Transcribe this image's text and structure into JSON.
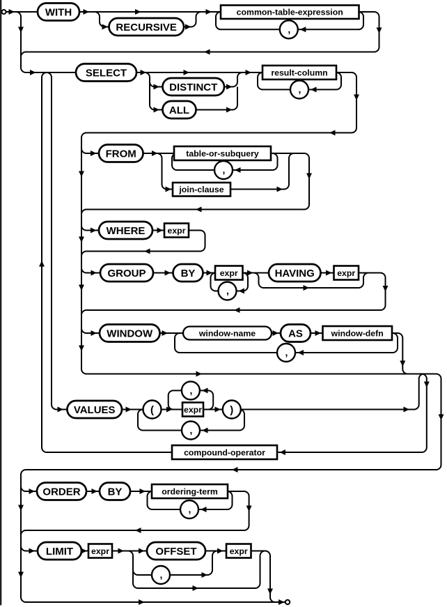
{
  "diagram": {
    "kind": "railroad-syntax-diagram",
    "subject": "select-stmt",
    "colors": {
      "ink": "#000000",
      "paper": "#ffffff"
    },
    "labels": {
      "with": "WITH",
      "recursive": "RECURSIVE",
      "common_table_expression": "common-table-expression",
      "select": "SELECT",
      "distinct": "DISTINCT",
      "all": "ALL",
      "result_column": "result-column",
      "from": "FROM",
      "table_or_subquery": "table-or-subquery",
      "join_clause": "join-clause",
      "where": "WHERE",
      "expr": "expr",
      "group": "GROUP",
      "by": "BY",
      "having": "HAVING",
      "window": "WINDOW",
      "window_name": "window-name",
      "as": "AS",
      "window_defn": "window-defn",
      "values": "VALUES",
      "lparen": "(",
      "rparen": ")",
      "comma": ",",
      "compound_operator": "compound-operator",
      "order": "ORDER",
      "ordering_term": "ordering-term",
      "limit": "LIMIT",
      "offset": "OFFSET"
    }
  }
}
